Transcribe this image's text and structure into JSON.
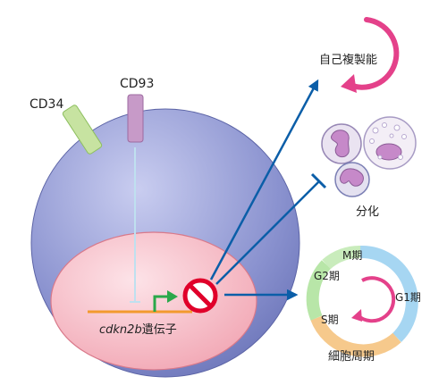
{
  "labels": {
    "cd34": "CD34",
    "cd93": "CD93",
    "gene_italic": "cdkn2b",
    "gene_suffix": "遺伝子",
    "self_renewal": "自己複製能",
    "differentiation": "分化",
    "cell_cycle": "細胞周期"
  },
  "cell_cycle_phases": {
    "m": "M期",
    "g1": "G1期",
    "s": "S期",
    "g2": "G2期"
  },
  "colors": {
    "cell": "#7d86c4",
    "nucleus": "#f4b3bf",
    "gene_line": "#f29a2e",
    "promoter_arrow": "#2aa84a",
    "inhibit_sign": "#e0002a",
    "arrows": "#0b5ea8",
    "self_renewal_arrow": "#e4418a",
    "cd34_marker": "#c7e3a1",
    "cd93_marker": "#c79ac8",
    "phase_m": "#b8e6a8",
    "phase_g1": "#a6d6f2",
    "phase_s": "#f6c98c",
    "phase_g2": "#b8e6a8"
  },
  "icons": [
    "no-entry-sign-icon",
    "promoter-arrow-icon",
    "cycle-arrow-icon",
    "neutrophil-icon",
    "granulocyte-icon"
  ]
}
